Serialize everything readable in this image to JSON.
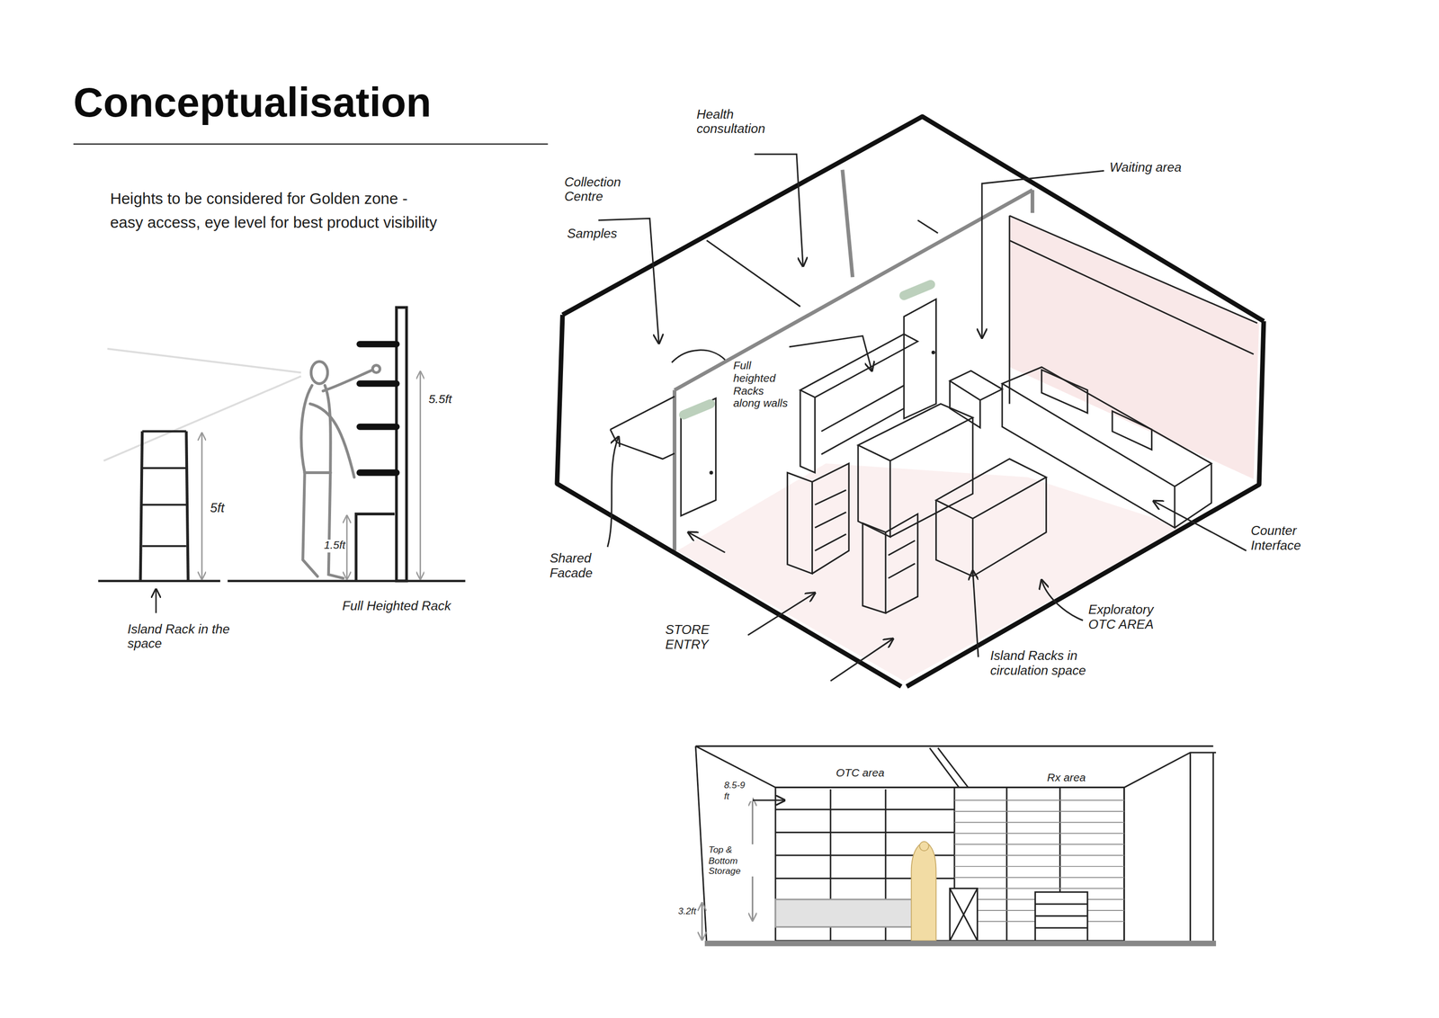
{
  "diagram": {
    "title": "Conceptualisation",
    "labels": [
      "Heights to be considered for Golden zone - easy access, eye level for best product visibility",
      "5ft",
      "5.5ft",
      "1.5ft",
      "Island Rack in the space",
      "Full Heighted Rack",
      "Health consultation",
      "Collection Centre",
      "Samples",
      "Waiting area",
      "Full heighted Racks along walls",
      "Shared Facade",
      "Counter Interface",
      "STORE ENTRY",
      "Exploratory OTC AREA",
      "Island Racks in circulation space",
      "OTC area",
      "Rx area",
      "8.5-9 ft",
      "Top & Bottom Storage",
      "3.2ft"
    ]
  }
}
